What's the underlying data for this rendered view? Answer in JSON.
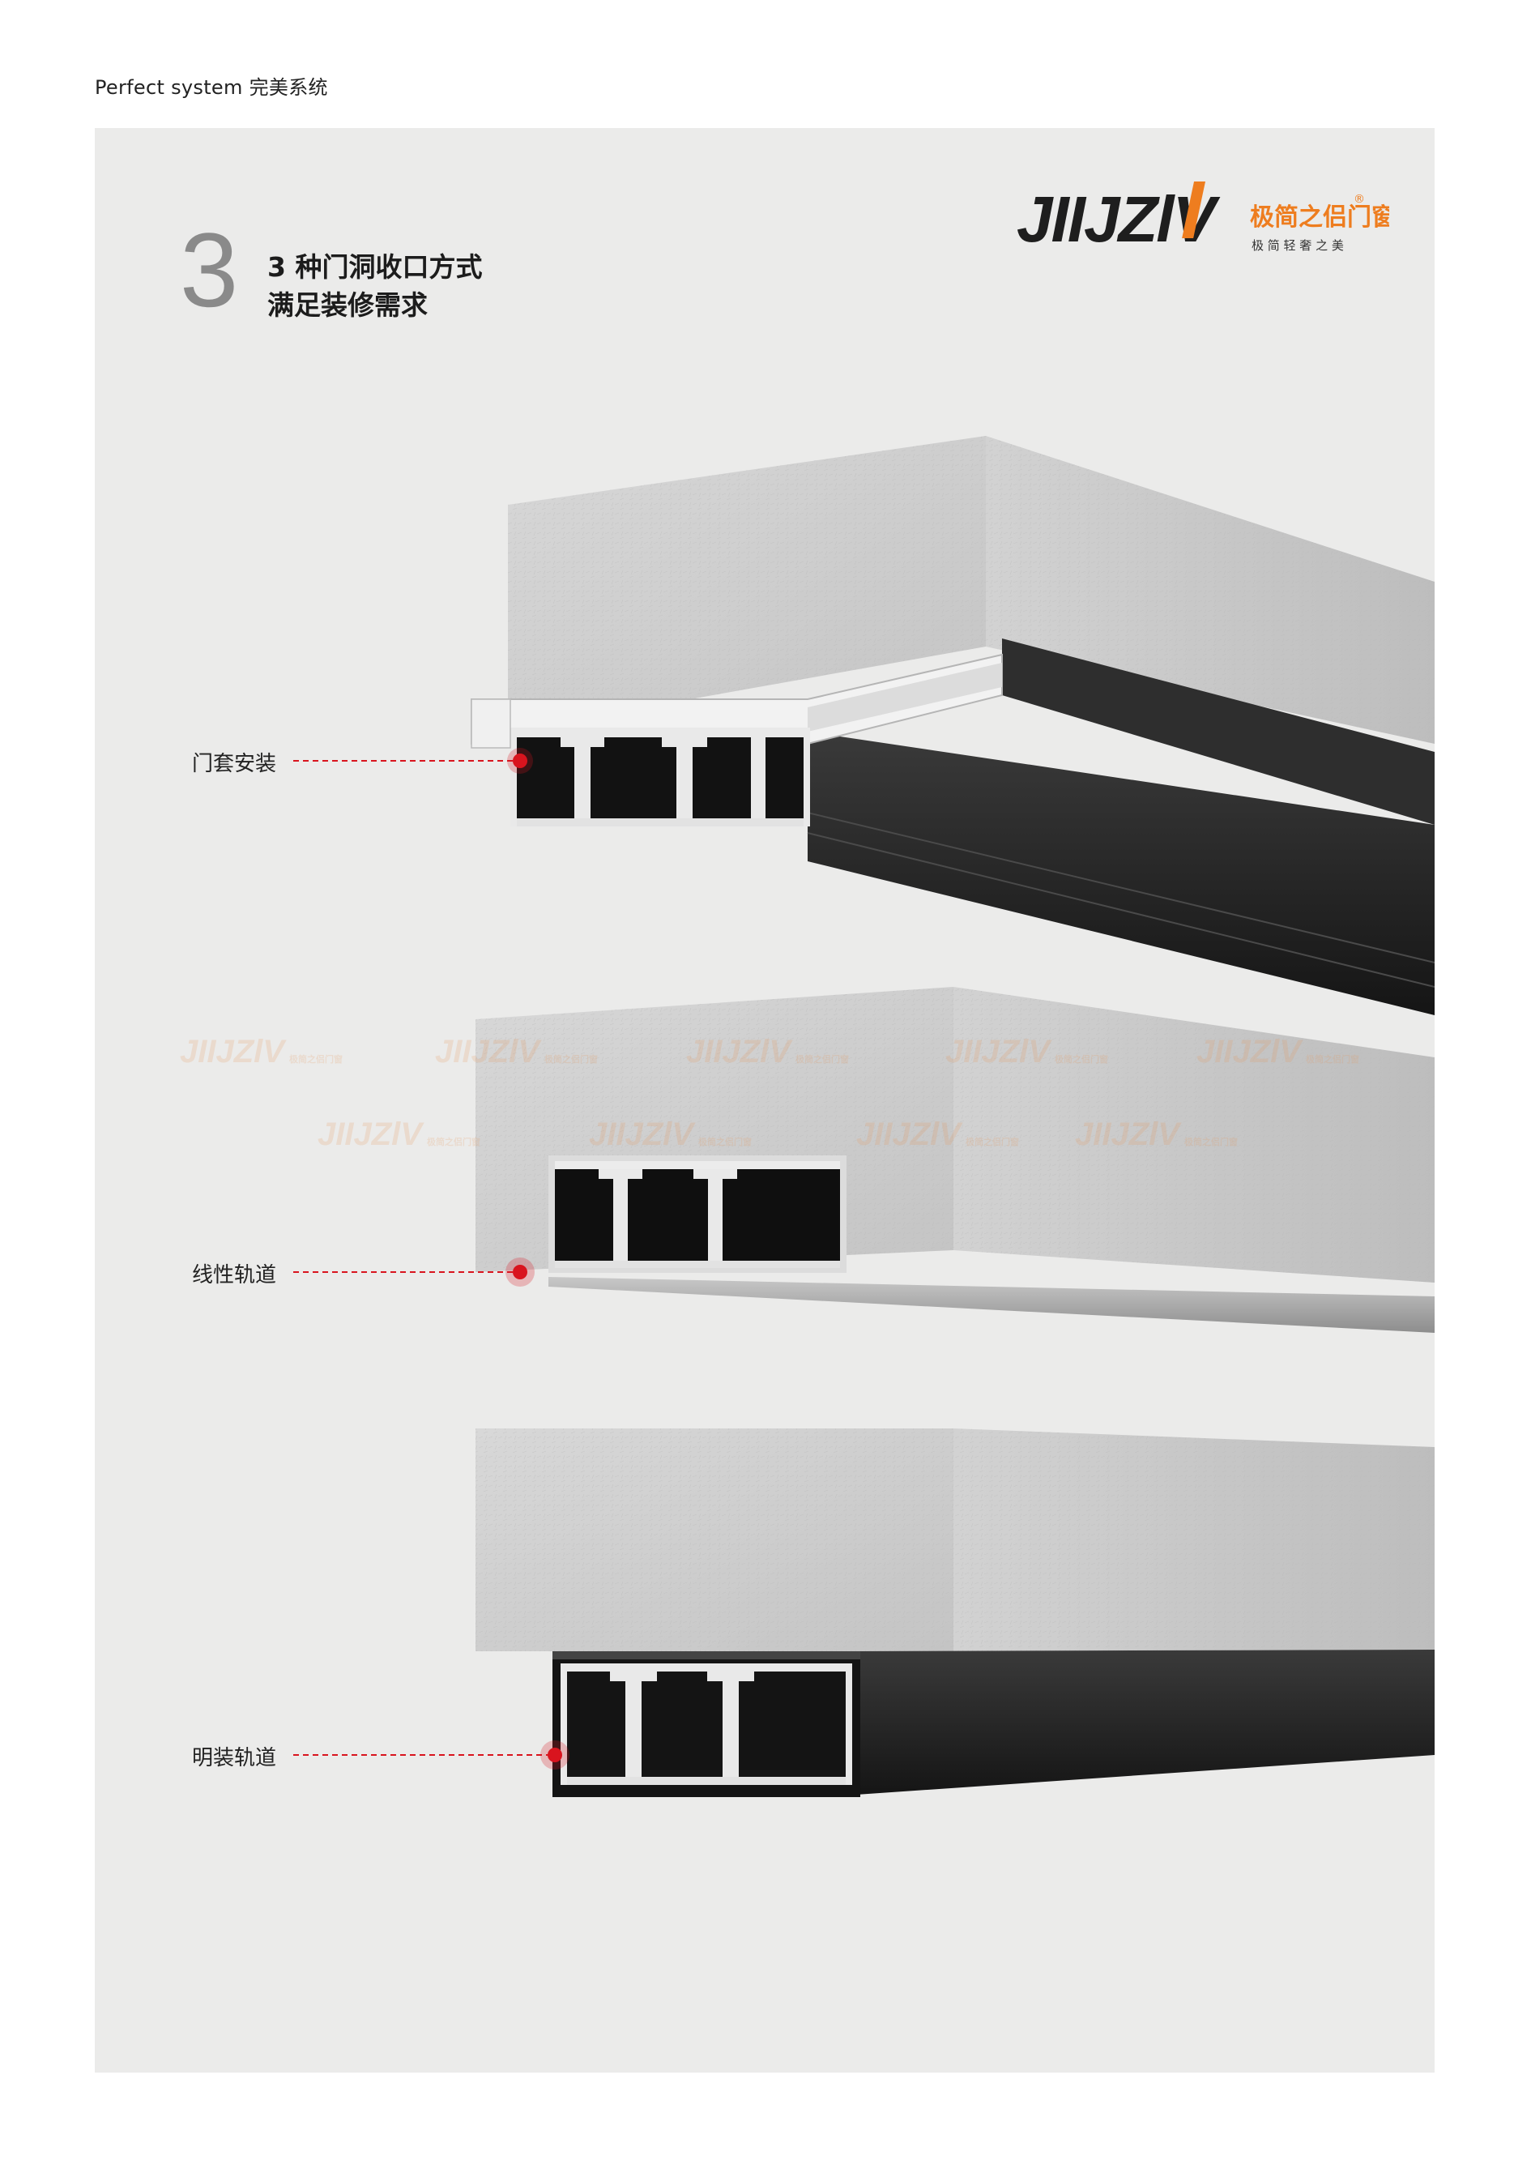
{
  "header": {
    "text": "Perfect system  完美系统"
  },
  "section": {
    "number": "3",
    "title_line1": "3 种门洞收口方式",
    "title_line2": "满足装修需求"
  },
  "brand": {
    "wordmark": "JIIJZlV",
    "name_cn": "极简之侣门窗",
    "slogan": "极 简 轻 奢 之 美",
    "registered": "®",
    "accent_color": "#ee7d1f",
    "dark_color": "#1e1e1e"
  },
  "watermark": {
    "text": "JIIJZlV",
    "name_cn": "极简之侣门窗"
  },
  "labels": [
    {
      "text": "门套安装"
    },
    {
      "text": "线性轨道"
    },
    {
      "text": "明装轨道"
    }
  ],
  "colors": {
    "marker": "#d9141e",
    "concrete": "#c9c9c9",
    "rail_dark": "#2a2a2a"
  }
}
